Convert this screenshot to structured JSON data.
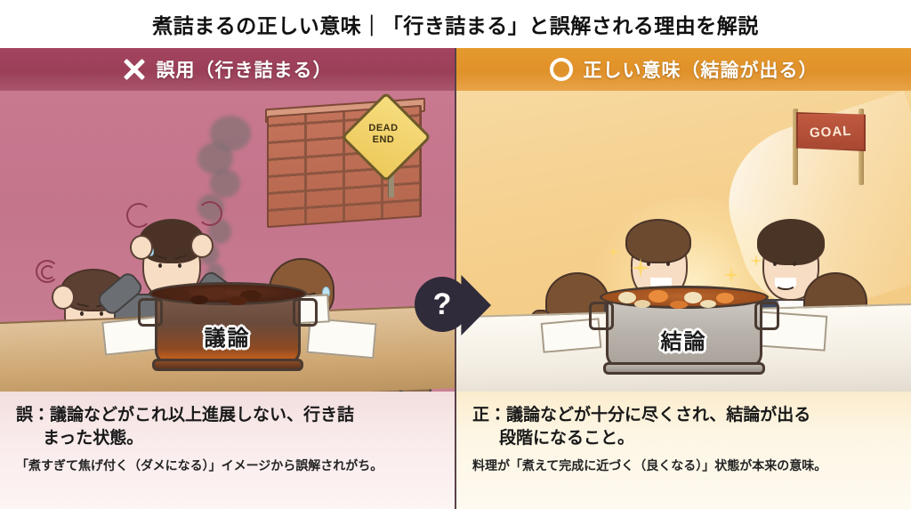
{
  "title": "煮詰まるの正しい意味｜「行き詰まる」と誤解される理由を解説",
  "center": {
    "badge_symbol": "?",
    "arrow_direction": "right"
  },
  "panels": {
    "left": {
      "header": {
        "mark": "x-mark-icon",
        "label": "誤用（行き詰まる）",
        "bar_color": "#9b3f58"
      },
      "illustration": {
        "background_color": "#c4758c",
        "scene": "会議室で頭を抱えるビジネスパーソンたち",
        "pot_label": "議論",
        "sign_line1": "DEAD",
        "sign_line2": "END",
        "elements": [
          "smoke",
          "brick-wall",
          "dead-end-sign",
          "burnt-pot",
          "stress-marks"
        ]
      },
      "caption": {
        "main_line1": "誤：議論などがこれ以上進展しない、行き詰",
        "main_line2": "まった状態。",
        "sub": "「煮すぎて焦げ付く（ダメになる）」イメージから誤解されがち。",
        "background_color": "#f9eaea"
      }
    },
    "right": {
      "header": {
        "mark": "circle-mark-icon",
        "label": "正しい意味（結論が出る）",
        "bar_color": "#e0912a"
      },
      "illustration": {
        "background_color": "#f5cf8c",
        "scene": "握手するビジネスパーソンたちと完成した料理",
        "pot_label": "結論",
        "flag_label": "GOAL",
        "elements": [
          "goal-flag",
          "handshake",
          "sparkles",
          "finished-stew-pot"
        ]
      },
      "caption": {
        "main_line1": "正：議論などが十分に尽くされ、結論が出る",
        "main_line2": "段階になること。",
        "sub": "料理が「煮えて完成に近づく（良くなる）」状態が本来の意味。",
        "background_color": "#fdf6e4"
      }
    }
  }
}
